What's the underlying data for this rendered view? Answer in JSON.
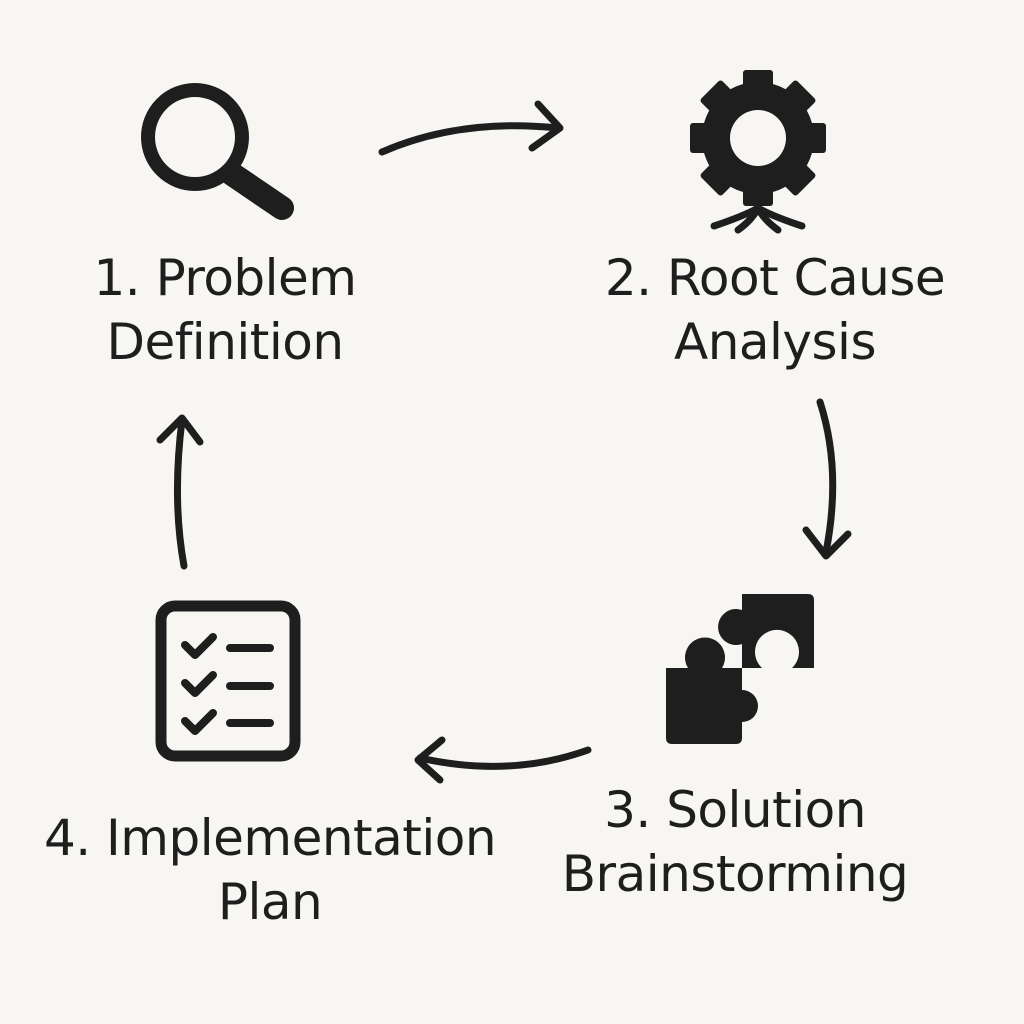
{
  "colors": {
    "background": "#f7f6f2",
    "ink": "#1e1e1e"
  },
  "steps": [
    {
      "line1": "1. Problem",
      "line2": "Definition",
      "icon": "magnifying-glass-icon"
    },
    {
      "line1": "2. Root Cause",
      "line2": "Analysis",
      "icon": "gear-root-icon"
    },
    {
      "line1": "3. Solution",
      "line2": "Brainstorming",
      "icon": "puzzle-pieces-icon"
    },
    {
      "line1": "4. Implementation",
      "line2": "Plan",
      "icon": "checklist-icon"
    }
  ]
}
